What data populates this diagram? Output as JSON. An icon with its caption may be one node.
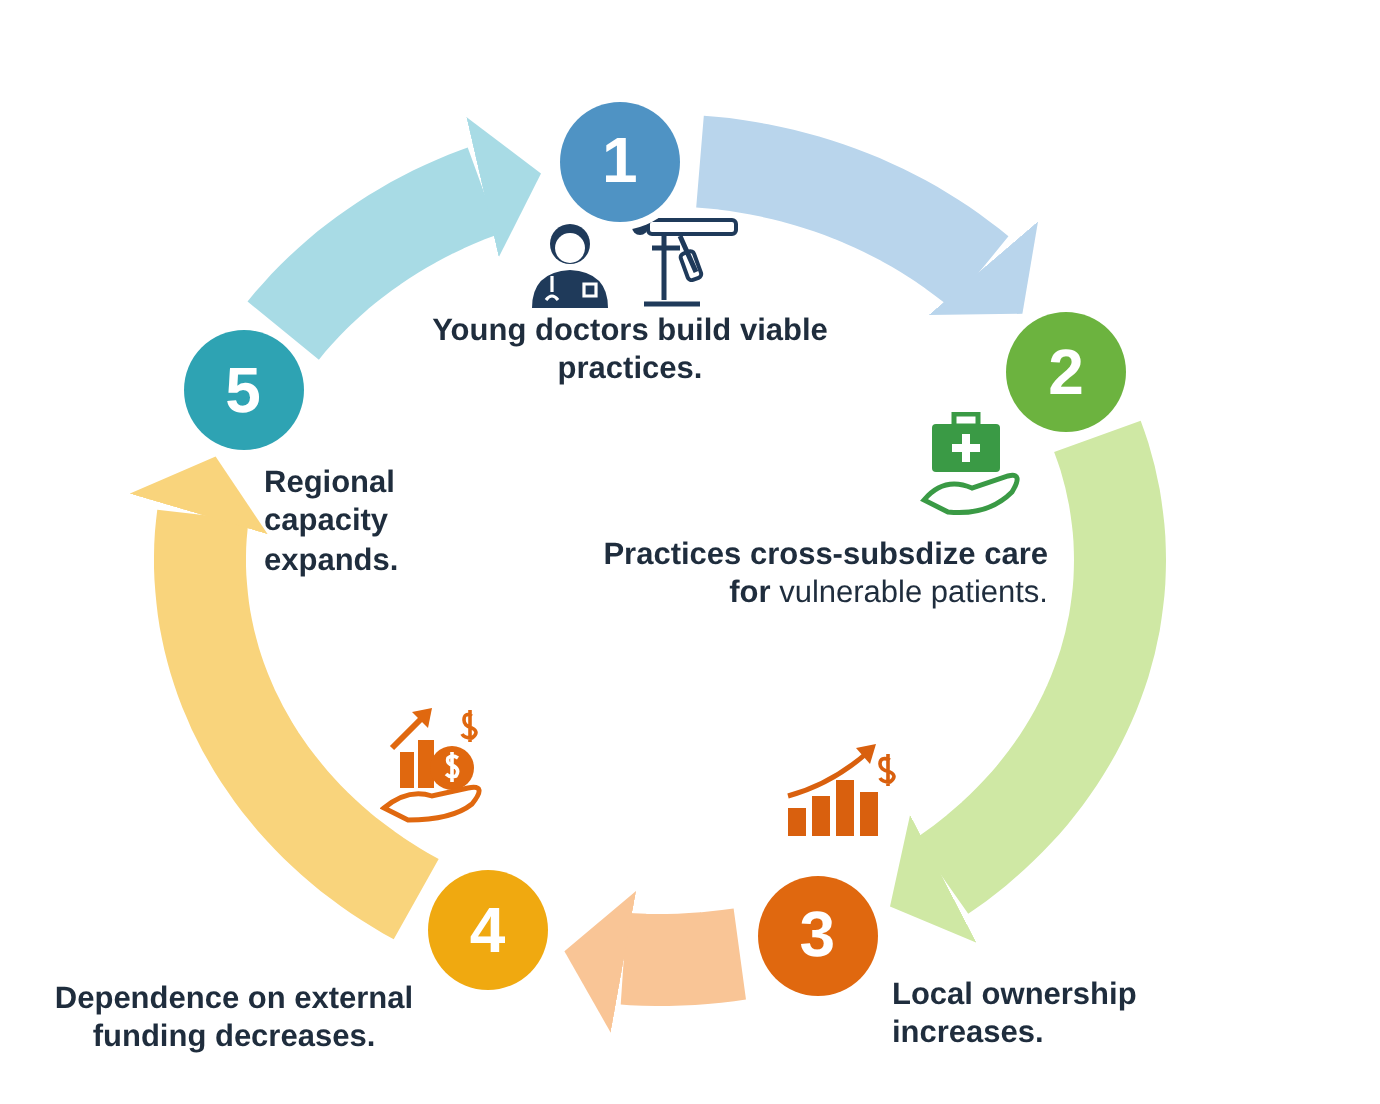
{
  "diagram": {
    "nodes": [
      {
        "text": [
          "1"
        ],
        "beside": [
          "Young doctors build viable practices."
        ]
      },
      {
        "text": [
          "2"
        ],
        "beside": [
          "**Practices cross-subsdize care for** vulnerable patients."
        ]
      },
      {
        "text": [
          "3"
        ],
        "beside": [
          "Local ownership increases."
        ]
      },
      {
        "text": [
          "4"
        ],
        "beside": [
          "Dependence on external funding decreases."
        ]
      },
      {
        "text": [
          "5"
        ],
        "beside": [
          "Regional capacity expands."
        ]
      }
    ],
    "edges": [
      {
        "from": 0,
        "to": 1,
        "arrow": "to",
        "color": "#b9d5ec"
      },
      {
        "from": 1,
        "to": 2,
        "arrow": "to",
        "color": "#cfe8a4"
      },
      {
        "from": 2,
        "to": 3,
        "arrow": "to",
        "color": "#f9c596"
      },
      {
        "from": 3,
        "to": 4,
        "arrow": "to",
        "color": "#f9d47c"
      },
      {
        "from": 4,
        "to": 0,
        "arrow": "to",
        "color": "#a8dbe5"
      }
    ]
  }
}
